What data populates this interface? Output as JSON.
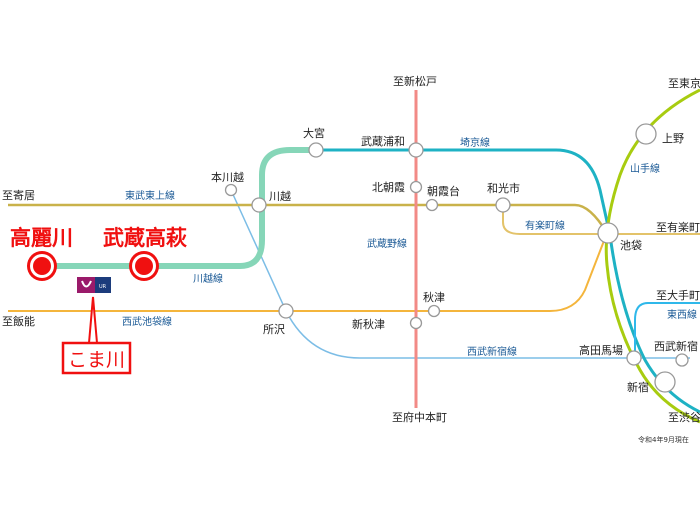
{
  "colors": {
    "tojo": "#c9b24a",
    "seibu_ikebukuro": "#f4b53c",
    "kawagoe": "#86d6b8",
    "saikyo": "#1eb2c4",
    "musashino": "#f28a86",
    "yamanote": "#a8cc10",
    "seibu_shinjuku": "#7cbde6",
    "tozai": "#2fb8ea",
    "yurakucho": "#e3c36a",
    "highlight": "#f01010"
  },
  "highlight_stations": {
    "komagawa_west": "高麗川",
    "musashi_takahagi": "武蔵高萩",
    "komagawa_box": "こま川"
  },
  "logo": {
    "text": "UR"
  },
  "stations": {
    "omiya": "大宮",
    "musashi_urawa": "武蔵浦和",
    "honkawagoe": "本川越",
    "kawagoe": "川越",
    "kita_asaka": "北朝霞",
    "asakadai": "朝霞台",
    "wakoshi": "和光市",
    "ikebukuro": "池袋",
    "ueno": "上野",
    "akitsu": "秋津",
    "shin_akitsu": "新秋津",
    "tokorozawa": "所沢",
    "takadanobaba": "高田馬場",
    "seibu_shinjuku": "西武新宿",
    "shinjuku": "新宿"
  },
  "directions": {
    "shin_matsudo": "至新松戸",
    "tokyo": "至東京",
    "yorii": "至寄居",
    "yurakucho": "至有楽町",
    "hanno": "至飯能",
    "otemachi": "至大手町",
    "fuchu_hommachi": "至府中本町",
    "shibuya": "至渋谷"
  },
  "lines": {
    "saikyo": "埼京線",
    "tojo": "東武東上線",
    "yamanote": "山手線",
    "yurakucho": "有楽町線",
    "musashino": "武蔵野線",
    "kawagoe": "川越線",
    "seibu_ikebukuro": "西武池袋線",
    "tozai": "東西線",
    "seibu_shinjuku": "西武新宿線"
  },
  "footnote": "令和4年9月現在"
}
